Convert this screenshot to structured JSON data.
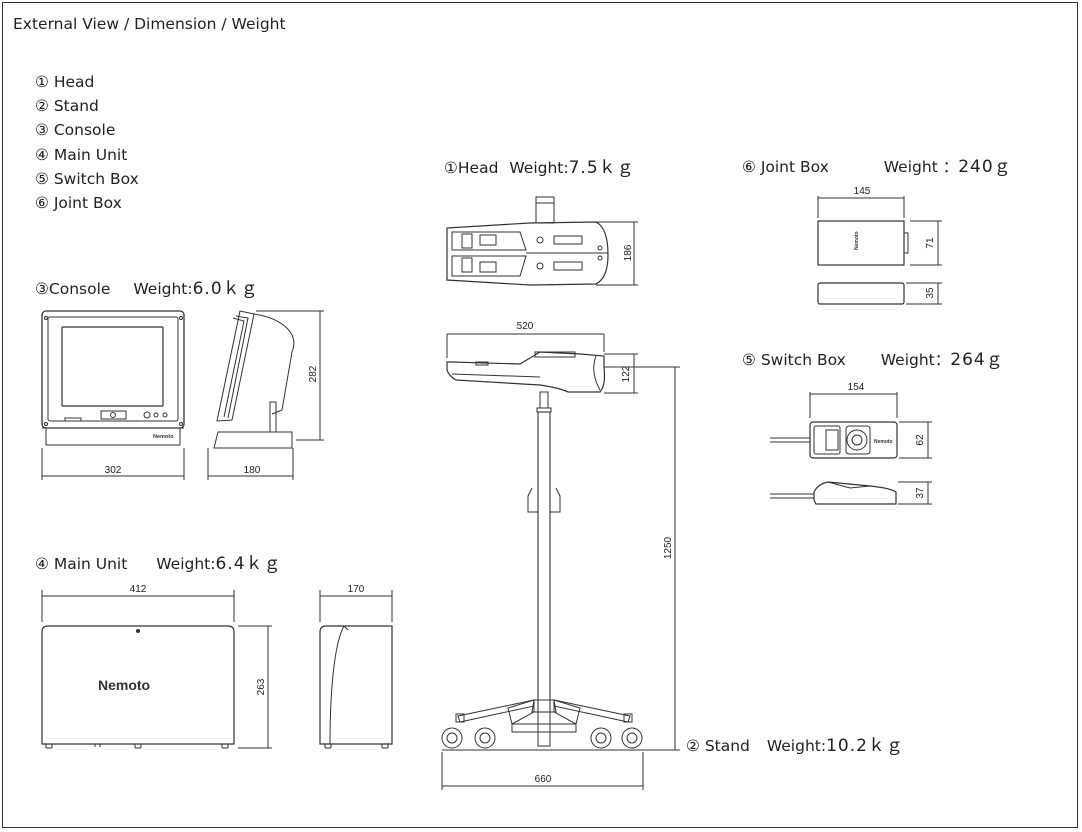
{
  "title": "External View / Dimension / Weight",
  "parts": [
    "① Head",
    "② Stand",
    "③ Console",
    "④ Main Unit",
    "⑤ Switch Box",
    "⑥ Joint Box"
  ],
  "sections": {
    "head": {
      "label": "①Head",
      "weight_label": "Weight:",
      "weight_value": "7.5ｋｇ"
    },
    "stand": {
      "label": "② Stand",
      "weight_label": "Weight:",
      "weight_value": "10.2ｋｇ"
    },
    "console": {
      "label": "③Console",
      "weight_label": "Weight:",
      "weight_value": "6.0ｋｇ"
    },
    "main_unit": {
      "label": "④ Main Unit",
      "weight_label": "Weight:",
      "weight_value": "6.4ｋｇ"
    },
    "switch_box": {
      "label": "⑤ Switch Box",
      "weight_label": "Weight：",
      "weight_value": "264ｇ"
    },
    "joint_box": {
      "label": "⑥ Joint Box",
      "weight_label": "Weight ：",
      "weight_value": "240ｇ"
    }
  },
  "dimensions": {
    "console_width": "302",
    "console_depth": "180",
    "console_height": "282",
    "main_width": "412",
    "main_depth": "170",
    "main_height": "263",
    "head_height": "186",
    "head_length": "520",
    "head_side_height": "122",
    "stand_height": "1250",
    "stand_base": "660",
    "joint_width": "145",
    "joint_depth": "71",
    "joint_height": "35",
    "switch_width": "154",
    "switch_depth": "62",
    "switch_height": "37"
  },
  "logo": "Nemoto"
}
